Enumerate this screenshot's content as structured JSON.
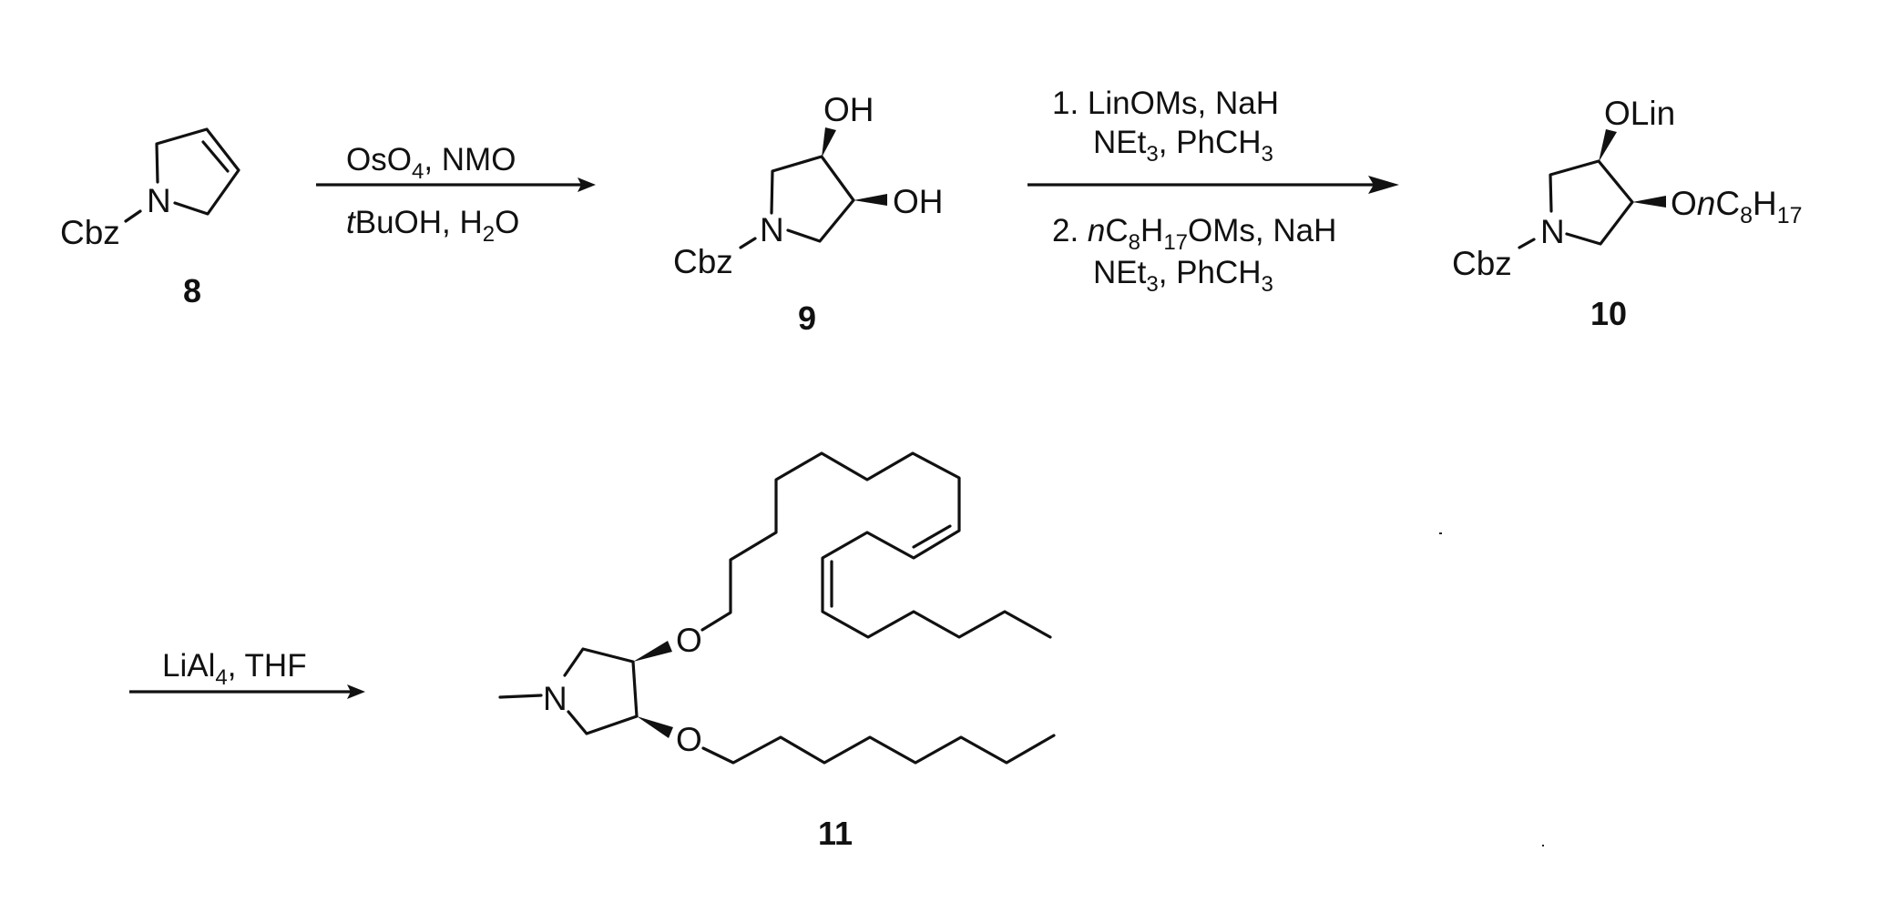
{
  "figure": {
    "type": "reaction-scheme",
    "background": "#ffffff",
    "ink_color": "#111111"
  },
  "compounds": [
    {
      "id": "8",
      "label": "8",
      "name": "N-Cbz-3-pyrroline",
      "atoms": {
        "N": "N",
        "protecting_group": "Cbz"
      }
    },
    {
      "id": "9",
      "label": "9",
      "name": "cis-diol",
      "atoms": {
        "N": "N",
        "protecting_group": "Cbz",
        "oh_top": "OH",
        "oh_right": "OH"
      }
    },
    {
      "id": "10",
      "label": "10",
      "name": "dialkyl ether",
      "atoms": {
        "N": "N",
        "protecting_group": "Cbz",
        "sub_top": "OLin",
        "sub_right_prefix": "O",
        "sub_right_n": "n",
        "sub_right_c": "C",
        "sub_right_c_sub": "8",
        "sub_right_h": "H",
        "sub_right_h_sub": "17"
      }
    },
    {
      "id": "11",
      "label": "11",
      "name": "N-methyl pyrrolidine with linoleyl and octyl ethers",
      "atoms": {
        "N": "N",
        "o_top": "O",
        "o_bottom": "O"
      }
    }
  ],
  "arrows": [
    {
      "id": "step1",
      "from": "8",
      "to": "9",
      "above": {
        "part1": "OsO",
        "sub1": "4",
        "part2": ", NMO"
      },
      "below": {
        "italic": "t",
        "part1": "BuOH, H",
        "sub1": "2",
        "part2": "O"
      }
    },
    {
      "id": "step2",
      "from": "9",
      "to": "10",
      "above_line1": {
        "text": "1. LinOMs, NaH"
      },
      "above_line2": {
        "part1": "NEt",
        "sub1": "3",
        "part2": ", PhCH",
        "sub2": "3"
      },
      "below_line1": {
        "num": "2. ",
        "italic": "n",
        "part1": "C",
        "sub1": "8",
        "part2": "H",
        "sub2": "17",
        "part3": "OMs, NaH"
      },
      "below_line2": {
        "part1": "NEt",
        "sub1": "3",
        "part2": ", PhCH",
        "sub2": "3"
      }
    },
    {
      "id": "step3",
      "from": "10",
      "to": "11",
      "above": {
        "part1": "LiAl",
        "sub1": "4",
        "part2": ", THF"
      }
    }
  ]
}
